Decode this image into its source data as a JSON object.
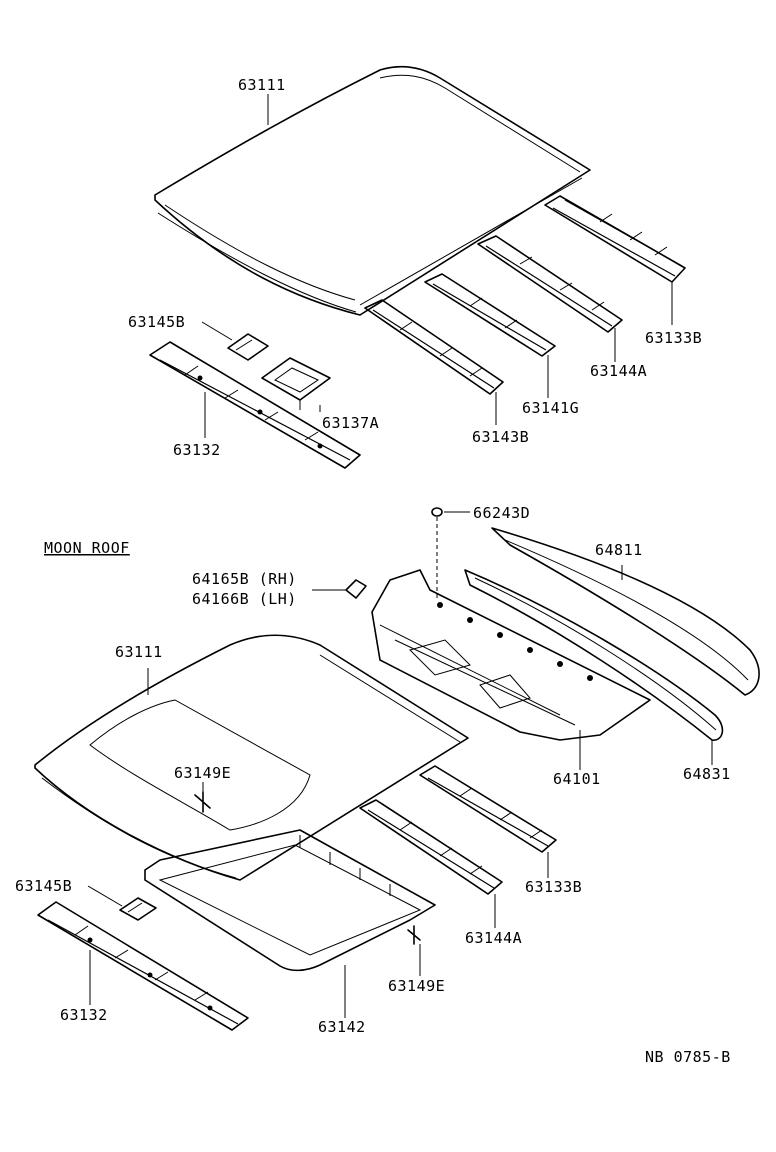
{
  "diagram": {
    "section_title": "MOON ROOF",
    "drawing_code": "NB 0785-B",
    "top_group": {
      "labels": {
        "roof_panel": "63111",
        "rear_rail_1": "63133B",
        "bow_1": "63144A",
        "bow_2": "63141G",
        "bow_3": "63143B",
        "reinforcement": "63145B",
        "bracket": "63137A",
        "front_header": "63132"
      }
    },
    "moon_roof_group": {
      "labels": {
        "roof_panel": "63111",
        "clip": "66243D",
        "back_glass": "64811",
        "hinge_rh": "64165B (RH)",
        "hinge_lh": "64166B (LH)",
        "back_panel": "64101",
        "back_trim": "64831",
        "screw_1": "63149E",
        "rear_rail": "63133B",
        "bow": "63144A",
        "screw_2": "63149E",
        "reinforcement": "63145B",
        "front_header": "63132",
        "sunroof_housing": "63142"
      }
    }
  }
}
